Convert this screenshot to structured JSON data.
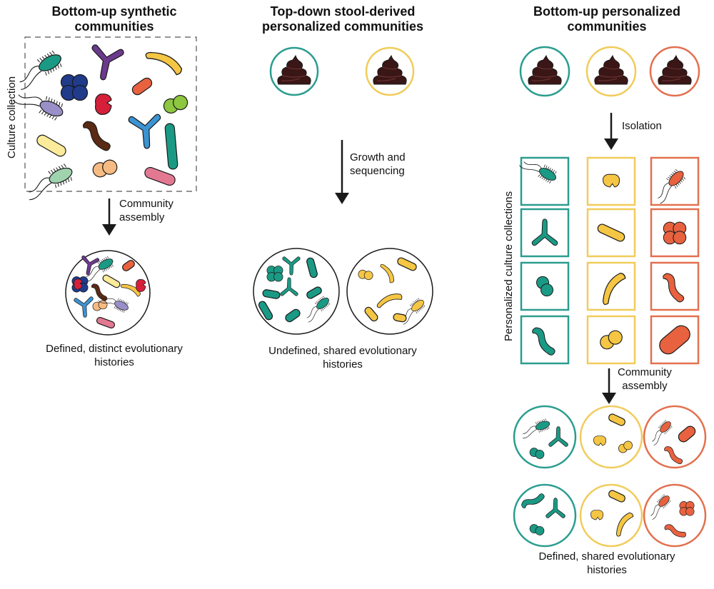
{
  "columns": [
    {
      "title_line1": "Bottom-up synthetic",
      "title_line2": "communities",
      "side_label": "Culture collection",
      "step_label_line1": "Community",
      "step_label_line2": "assembly",
      "caption_line1": "Defined, distinct evolutionary",
      "caption_line2": "histories"
    },
    {
      "title_line1": "Top-down stool-derived",
      "title_line2": "personalized communities",
      "step_label_line1": "Growth and",
      "step_label_line2": "sequencing",
      "caption_line1": "Undefined, shared evolutionary",
      "caption_line2": "histories"
    },
    {
      "title_line1": "Bottom-up personalized",
      "title_line2": "communities",
      "isolation_label": "Isolation",
      "side_label": "Personalized culture collections",
      "step_label_line1": "Community",
      "step_label_line2": "assembly",
      "caption_line1": "Defined, shared evolutionary",
      "caption_line2": "histories"
    }
  ],
  "colors": {
    "teal": "#1a9a85",
    "yellow": "#f5c644",
    "orange": "#e8623f",
    "navy": "#1f3b8a",
    "purple": "#6b3a8c",
    "red": "#d6203a",
    "lime": "#8dc63f",
    "blue": "#3b93d2",
    "brown": "#5a2a14",
    "peach": "#f6bb82",
    "pink": "#e37893",
    "lightyellow": "#fbeb9a",
    "lavender": "#9a8fc8",
    "mint": "#9fd3ae",
    "stool": "#3a1616",
    "ring_teal": "#2a9d8f",
    "ring_yellow": "#f1cc5b",
    "ring_orange": "#e3704f"
  },
  "icons": [
    "stool-icon",
    "rod-bacterium-icon",
    "flagellated-bacterium-icon",
    "coccus-cluster-icon",
    "diplococcus-icon",
    "branched-bacterium-icon",
    "dividing-cell-icon",
    "down-arrow-icon"
  ]
}
